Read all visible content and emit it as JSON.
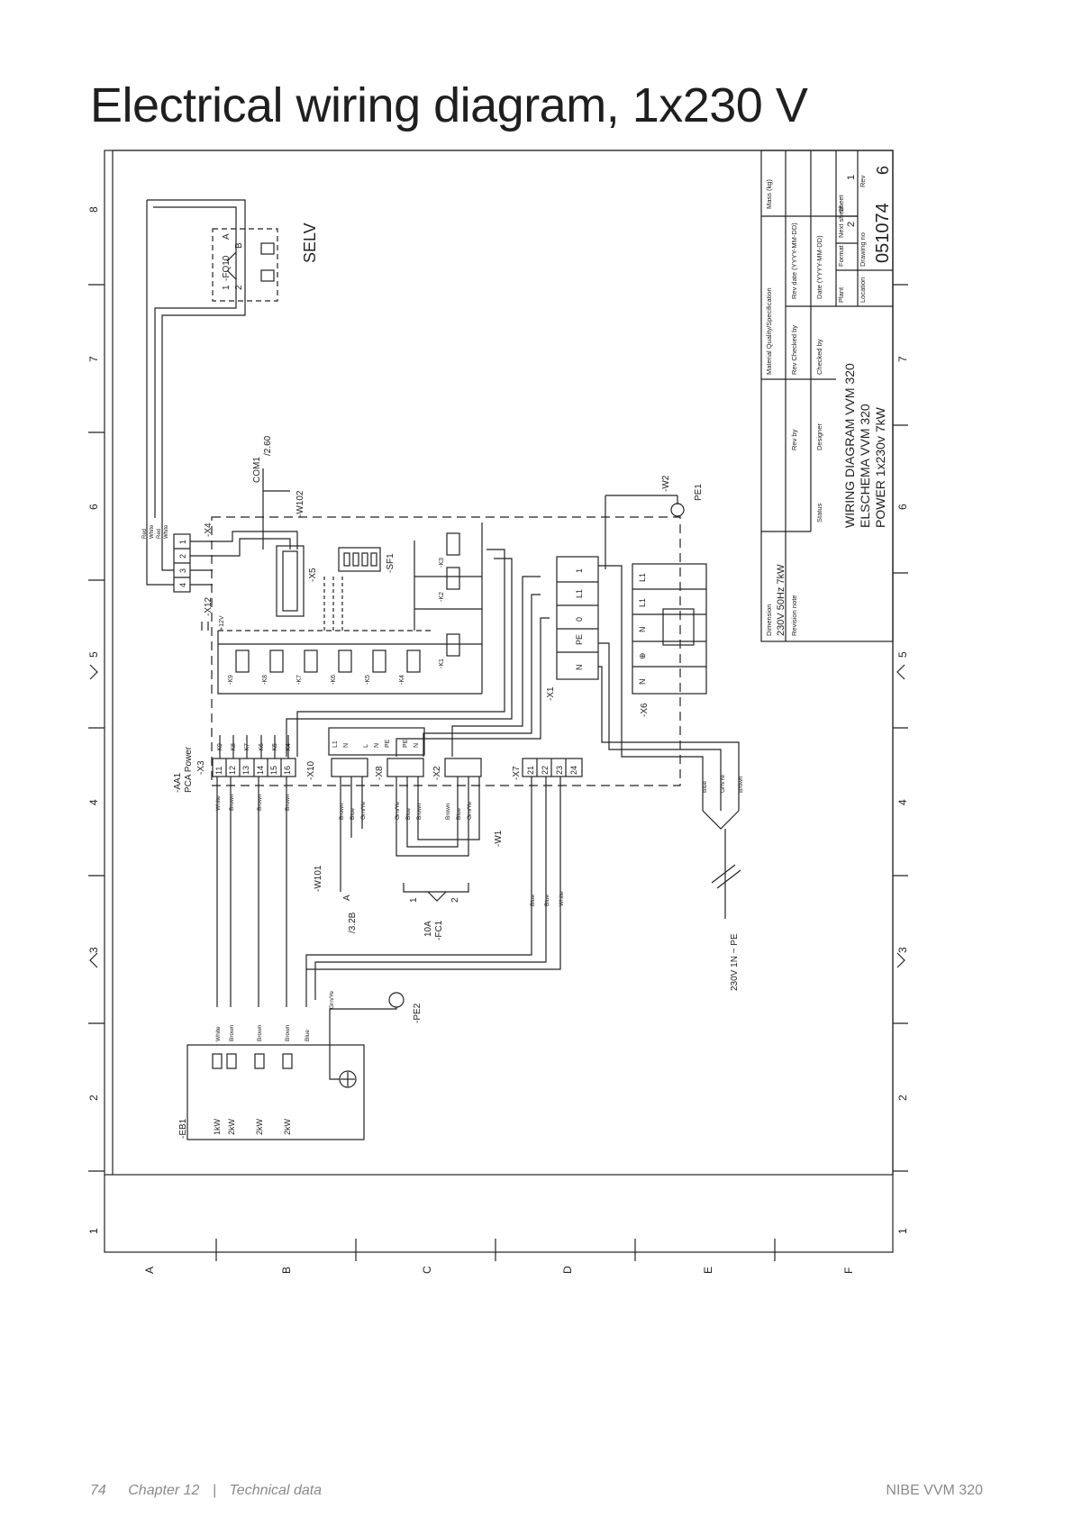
{
  "page": {
    "title": "Electrical wiring diagram, 1x230 V",
    "page_number": "74",
    "chapter": "Chapter 12",
    "section": "Technical data",
    "product": "NIBE VVM 320"
  },
  "grid": {
    "numbers": [
      "1",
      "2",
      "3",
      "4",
      "5",
      "6",
      "7",
      "8"
    ],
    "letters": [
      "A",
      "B",
      "C",
      "D",
      "E",
      "F"
    ]
  },
  "title_block": {
    "headers": {
      "mass": "Mass (kg)",
      "rev_date": "Rev date (YYYY-MM-DD)",
      "date": "Date (YYYY-MM-DD)",
      "next_sheet": "Next sheet",
      "sheet": "Sheet",
      "material": "Material Quality/Specification",
      "rev_checked": "Rev Checked by",
      "checked": "Checked by",
      "format": "Format",
      "rev_by": "Rev by",
      "designer": "Designer",
      "plant": "Plant",
      "status": "Status",
      "location": "Location",
      "drawing_no": "Drawing no",
      "rev": "Rev",
      "dimension": "Dimension",
      "revision_note": "Revision note"
    },
    "values": {
      "next_sheet": "2",
      "sheet": "1",
      "drawing_no": "051074",
      "rev": "6",
      "dimension": "230V 50Hz 7kW",
      "title_line1": "WIRING DIAGRAM VVM 320",
      "title_line2": "ELSCHEMA VVM 320",
      "title_line3": "POWER 1x230v 7kW"
    }
  },
  "labels": {
    "selv": "SELV",
    "fq10": "-FQ10",
    "fq10_a": "A",
    "fq10_b": "B",
    "fq10_1": "1",
    "fq10_2": "2",
    "com1": "COM1",
    "ref_260": "/2.60",
    "w102": "-W102",
    "w2": "-W2",
    "pe1": "PE1",
    "x4": "-X4",
    "x4_terms": [
      "1",
      "2",
      "3",
      "4"
    ],
    "x4_colors": [
      "Red",
      "White",
      "Red",
      "White"
    ],
    "x12": "-X12",
    "v12": "+12V",
    "x5": "-X5",
    "sf1": "-SF1",
    "relays": [
      "-K9",
      "-K8",
      "-K7",
      "-K6",
      "-K5",
      "-K4",
      "-K1",
      "-K2",
      "-K3"
    ],
    "aa1": "-AA1",
    "pca_power": "PCA Power",
    "x3": "-X3",
    "x3_terms": [
      "11",
      "12",
      "13",
      "14",
      "15",
      "16"
    ],
    "x3_top": [
      "-K9",
      "-K8",
      "-K7",
      "-K6",
      "-K5",
      "-K4"
    ],
    "x10": "-X10",
    "x10_pins": [
      "L1",
      "N"
    ],
    "x8": "-X8",
    "x8_pins": [
      "L",
      "N",
      "PE"
    ],
    "x2": "-X2",
    "x2_pins": [
      "PE",
      "N"
    ],
    "x7": "-X7",
    "x7_terms": [
      "21",
      "22",
      "23",
      "24"
    ],
    "x1": "-X1",
    "x1_terms": [
      "1",
      "L1",
      "0",
      "PE",
      "N"
    ],
    "x6": "-X6",
    "x6_terms": [
      "L1",
      "L1",
      "N",
      "⊕",
      "N"
    ],
    "w1": "-W1",
    "w101": "-W101",
    "w101_a": "A",
    "ref_328": "/3.2B",
    "fc1": "-FC1",
    "fc1_rating": "10A",
    "fc1_1": "1",
    "fc1_2": "2",
    "supply": "230V 1N ~ PE",
    "pe2": "-PE2",
    "eb1": "-EB1",
    "eb1_powers": [
      "1kW",
      "2kW",
      "2kW",
      "2kW"
    ],
    "wire_x3": [
      "White",
      "Brown",
      "Brown",
      "Brown"
    ],
    "wire_eb1": [
      "White",
      "Brown",
      "Brown",
      "Brown",
      "Blue"
    ],
    "wire_grye": "Grn/Ye",
    "wire_x10": [
      "Brown",
      "Blue",
      "Grn/Ye"
    ],
    "wire_x8": [
      "Grn/Ye",
      "Blue",
      "Brown"
    ],
    "wire_x2": [
      "Brown",
      "Blue",
      "Grn/Ye"
    ],
    "wire_x7": [
      "Blue",
      "Blue",
      "White"
    ],
    "wire_supply": [
      "Blue",
      "Grn/Ye",
      "Brown"
    ]
  },
  "colors": {
    "line": "#222222",
    "title": "#1f1f1f",
    "footer": "#8a8a8a"
  }
}
